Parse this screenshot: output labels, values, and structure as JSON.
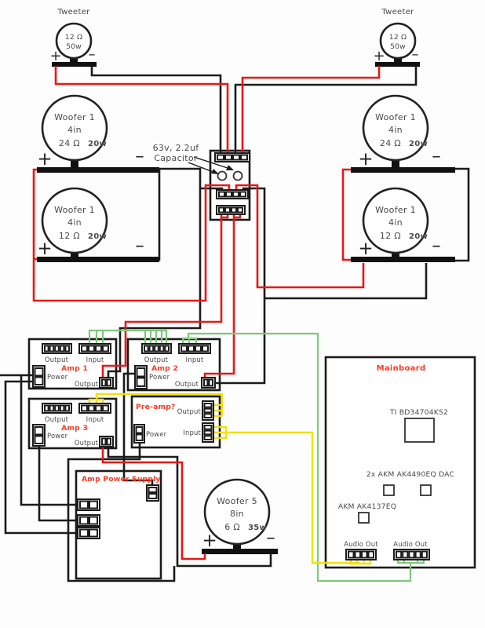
{
  "colors": {
    "wire_red": "#e81717",
    "wire_black": "#1b1b1b",
    "wire_green": "#7fc87a",
    "wire_yellow": "#f0e10c",
    "label_red": "#f93a22",
    "text_gray": "#4a4a4a"
  },
  "symbols": {
    "plus": "+",
    "minus": "–"
  },
  "tweeter_left": {
    "label": "Tweeter",
    "impedance": "12 Ω",
    "watts": "50w"
  },
  "tweeter_right": {
    "label": "Tweeter",
    "impedance": "12 Ω",
    "watts": "50w"
  },
  "woofer_left_top": {
    "name": "Woofer 1",
    "size": "4in",
    "impedance": "24 Ω",
    "watts": "20w"
  },
  "woofer_left_bottom": {
    "name": "Woofer 1",
    "size": "4in",
    "impedance": "12 Ω",
    "watts": "20w"
  },
  "woofer_right_top": {
    "name": "Woofer 1",
    "size": "4in",
    "impedance": "24 Ω",
    "watts": "20w"
  },
  "woofer_right_bottom": {
    "name": "Woofer 1",
    "size": "4in",
    "impedance": "12 Ω",
    "watts": "20w"
  },
  "woofer5": {
    "name": "Woofer 5",
    "size": "8in",
    "impedance": "6 Ω",
    "watts": "35w"
  },
  "capacitor": {
    "note_line1": "63v, 2.2uf",
    "note_line2": "Capacitor"
  },
  "amp1": {
    "title": "Amp 1",
    "output": "Output",
    "input": "Input",
    "power": "Power",
    "output2": "Output"
  },
  "amp2": {
    "title": "Amp 2",
    "output": "Output",
    "input": "Input",
    "power": "Power",
    "output2": "Output"
  },
  "amp3": {
    "title": "Amp 3",
    "output": "Output",
    "input": "Input",
    "power": "Power",
    "output2": "Output"
  },
  "preamp": {
    "title": "Pre-amp?",
    "output": "Output",
    "input": "Input",
    "power": "Power"
  },
  "power_supply": {
    "title": "Amp Power Supply"
  },
  "mainboard": {
    "title": "Mainboard",
    "chip_main": "TI BD34704KS2",
    "chip_dac": "2x AKM AK4490EQ DAC",
    "chip_src": "AKM AK4137EQ",
    "audio_out_left": "Audio Out",
    "audio_out_right": "Audio Out"
  }
}
